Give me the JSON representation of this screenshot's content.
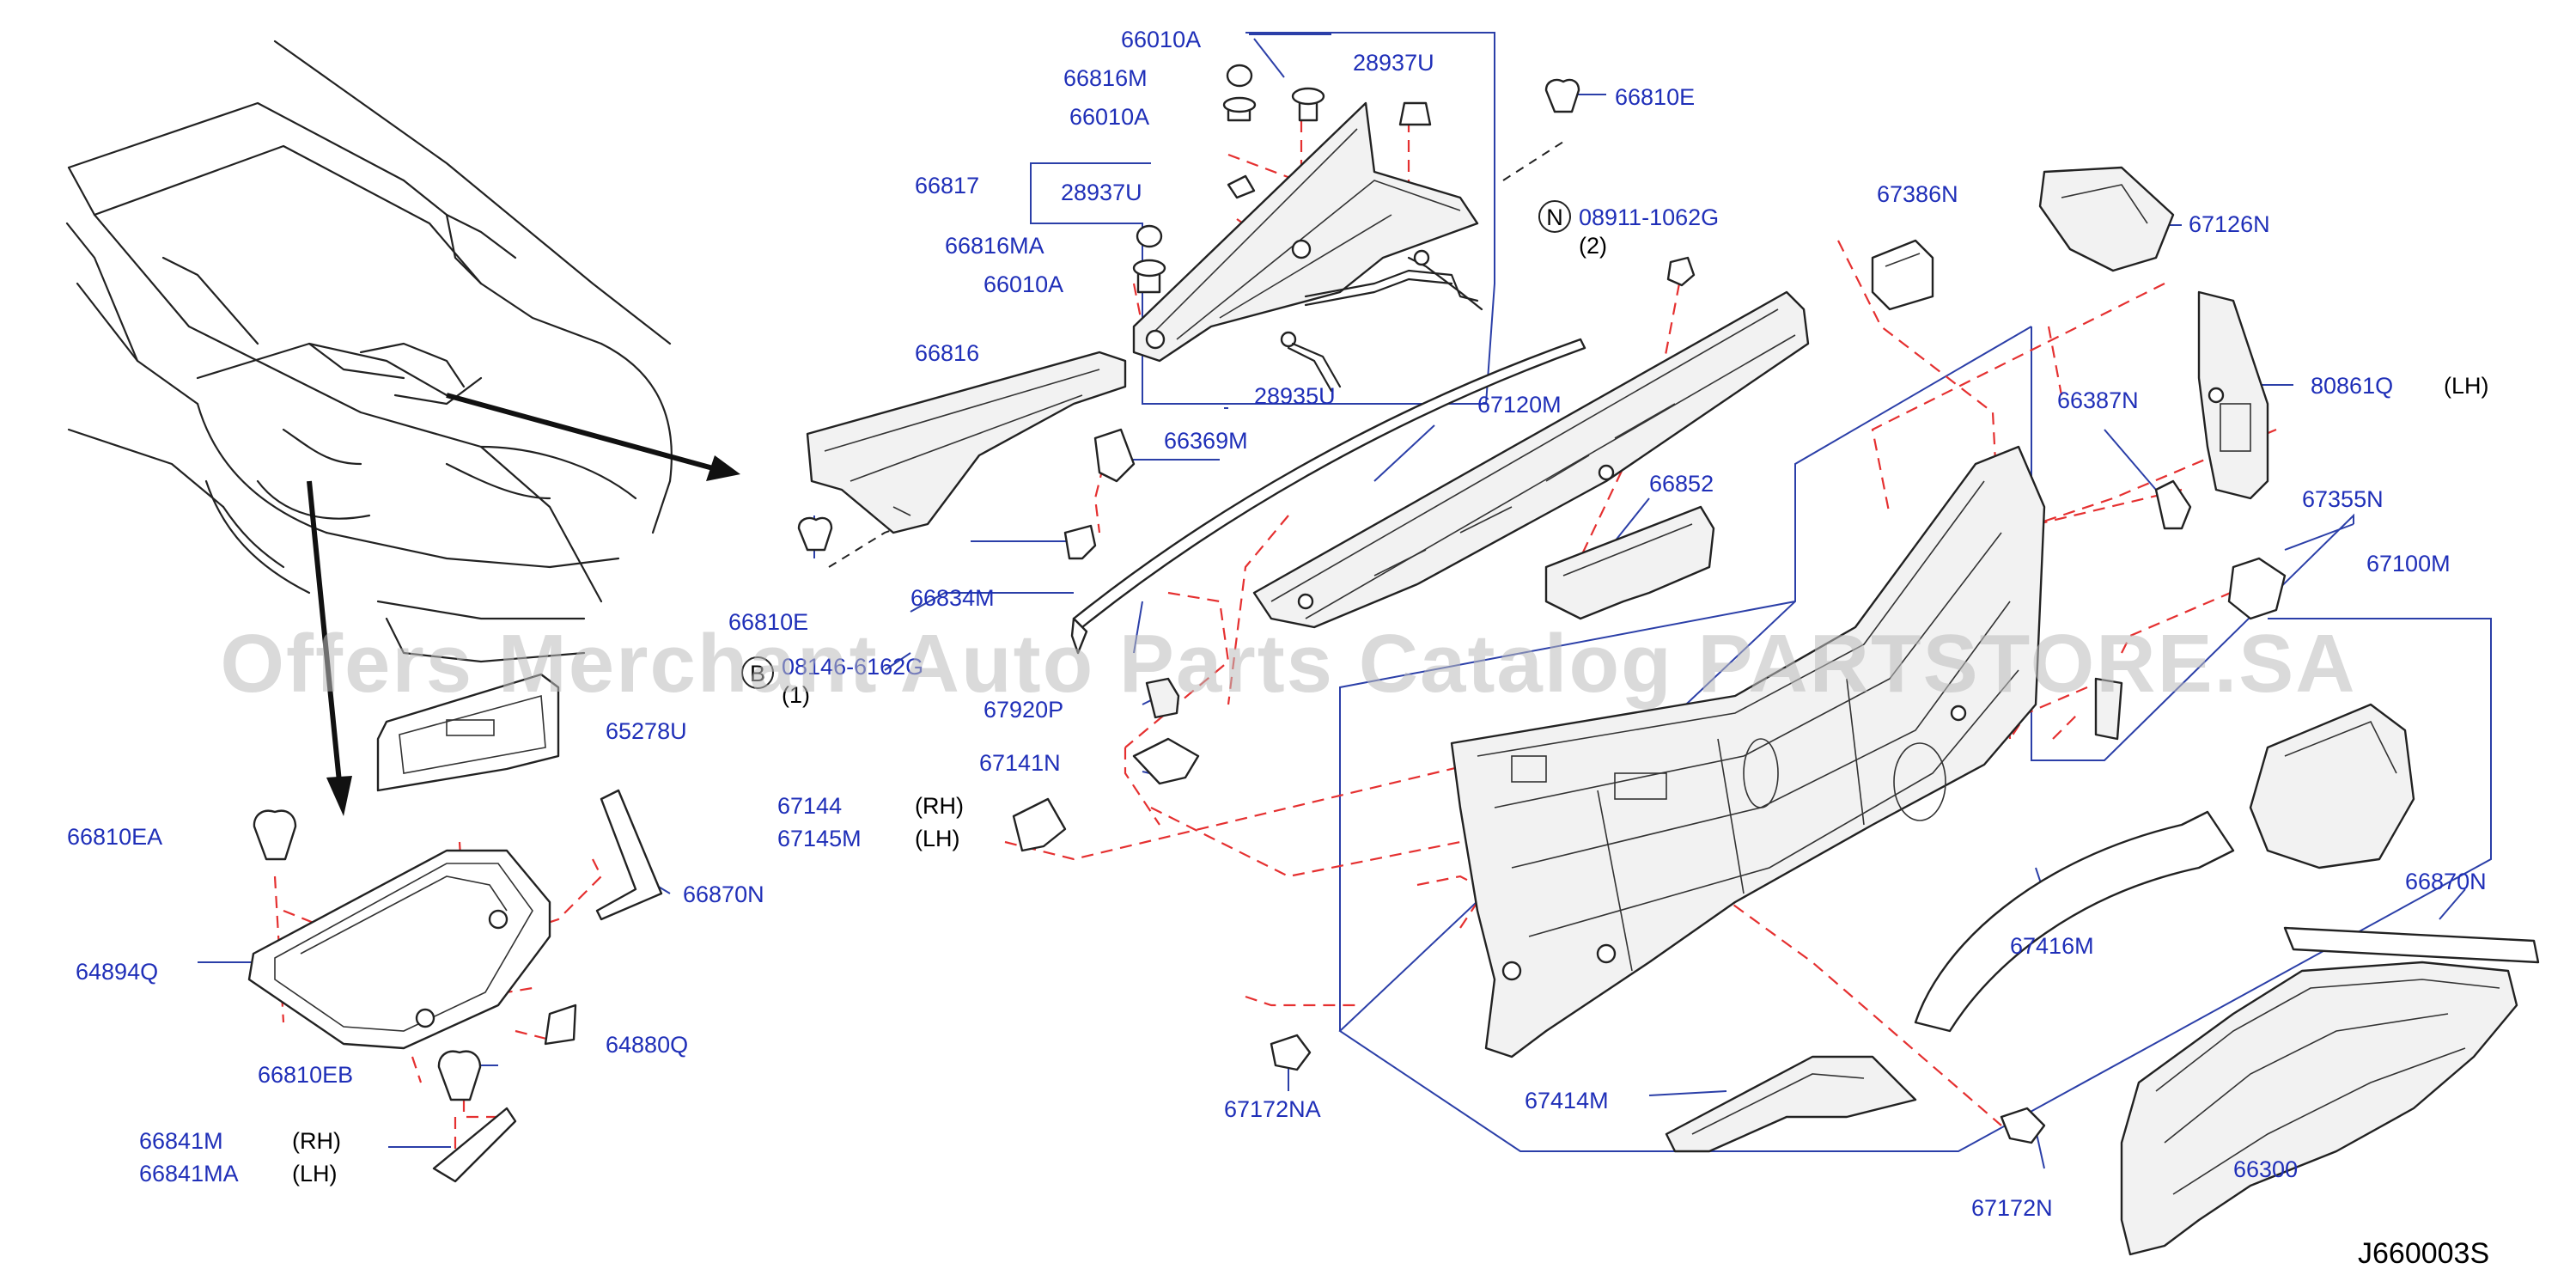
{
  "diagram": {
    "code": "J660003S",
    "watermark": "Offers Merchant Auto Parts Catalog PARTSTORE.SA",
    "labels": [
      {
        "id": "p66010A_1",
        "text": "66010A"
      },
      {
        "id": "p66816M",
        "text": "66816M"
      },
      {
        "id": "p66010A_2",
        "text": "66010A"
      },
      {
        "id": "p28937U_1",
        "text": "28937U"
      },
      {
        "id": "p66810E_1",
        "text": "66810E"
      },
      {
        "id": "p66817",
        "text": "66817"
      },
      {
        "id": "p28937U_2",
        "text": "28937U"
      },
      {
        "id": "p08911",
        "text": "08911-1062G"
      },
      {
        "id": "q08911",
        "text": "(2)"
      },
      {
        "id": "p66816MA",
        "text": "66816MA"
      },
      {
        "id": "p66010A_3",
        "text": "66010A"
      },
      {
        "id": "p67386N",
        "text": "67386N"
      },
      {
        "id": "p67126N",
        "text": "67126N"
      },
      {
        "id": "p66816",
        "text": "66816"
      },
      {
        "id": "p28935U",
        "text": "28935U"
      },
      {
        "id": "p67120M",
        "text": "67120M"
      },
      {
        "id": "p80861Q",
        "text": "80861Q"
      },
      {
        "id": "s80861Q",
        "text": "(LH)"
      },
      {
        "id": "p66369M",
        "text": "66369M"
      },
      {
        "id": "p66387N",
        "text": "66387N"
      },
      {
        "id": "p66852",
        "text": "66852"
      },
      {
        "id": "p67355N",
        "text": "67355N"
      },
      {
        "id": "p66834M",
        "text": "66834M"
      },
      {
        "id": "p67100M",
        "text": "67100M"
      },
      {
        "id": "p66810E_2",
        "text": "66810E"
      },
      {
        "id": "p0814x",
        "text": "08146-6162G"
      },
      {
        "id": "q0814x",
        "text": "(1)"
      },
      {
        "id": "p65278U",
        "text": "65278U"
      },
      {
        "id": "p67920P",
        "text": "67920P"
      },
      {
        "id": "p67141N",
        "text": "67141N"
      },
      {
        "id": "p67144",
        "text": "67144"
      },
      {
        "id": "s67144",
        "text": "(RH)"
      },
      {
        "id": "p67145M",
        "text": "67145M"
      },
      {
        "id": "s67145M",
        "text": "(LH)"
      },
      {
        "id": "p66810EA",
        "text": "66810EA"
      },
      {
        "id": "p66870N_1",
        "text": "66870N"
      },
      {
        "id": "p64894Q",
        "text": "64894Q"
      },
      {
        "id": "p67416M",
        "text": "67416M"
      },
      {
        "id": "p66870N_2",
        "text": "66870N"
      },
      {
        "id": "p64880Q",
        "text": "64880Q"
      },
      {
        "id": "p66810EB",
        "text": "66810EB"
      },
      {
        "id": "p67172NA",
        "text": "67172NA"
      },
      {
        "id": "p67414M",
        "text": "67414M"
      },
      {
        "id": "p66841M",
        "text": "66841M"
      },
      {
        "id": "s66841M",
        "text": "(RH)"
      },
      {
        "id": "p66841MA",
        "text": "66841MA"
      },
      {
        "id": "s66841MA",
        "text": "(LH)"
      },
      {
        "id": "p66300",
        "text": "66300"
      },
      {
        "id": "p67172N",
        "text": "67172N"
      }
    ],
    "symbols": {
      "nut": "N",
      "bolt": "B"
    }
  }
}
